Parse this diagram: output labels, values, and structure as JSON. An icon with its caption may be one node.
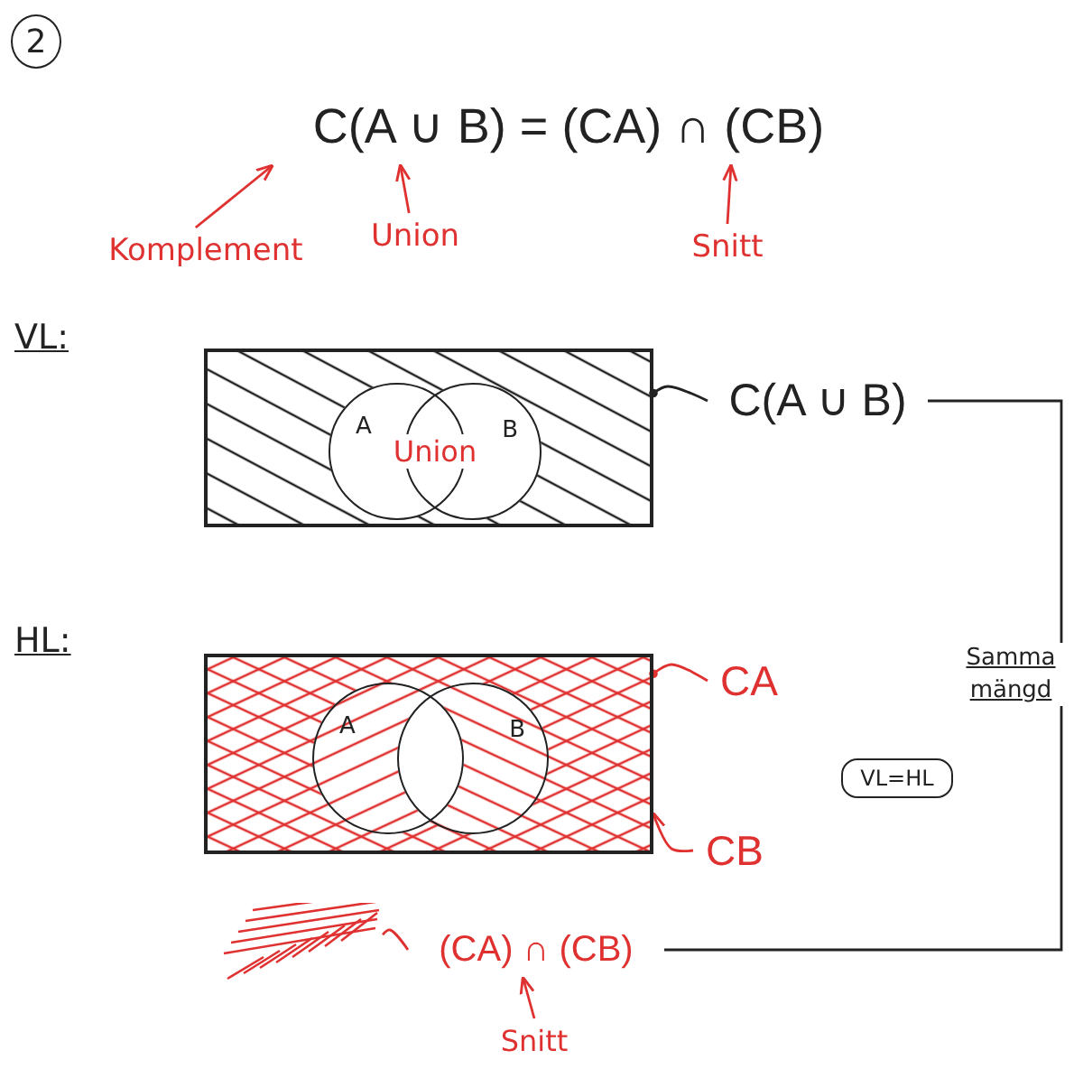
{
  "diagram": {
    "nodes": [
      {
        "text": [
          "2"
        ]
      },
      {
        "text": [
          "C(A ∪ B) = (CA) ∩ (CB)"
        ]
      },
      {
        "text": [
          "Komplement"
        ]
      },
      {
        "text": [
          "Union"
        ]
      },
      {
        "text": [
          "Snitt"
        ]
      },
      {
        "text": [],
        "shape": "box"
      },
      {
        "text": [
          "A"
        ],
        "in": 5
      },
      {
        "text": [
          "B"
        ],
        "in": 5
      },
      {
        "text": [
          "C(A ∪ B)"
        ]
      },
      {
        "text": [],
        "shape": "box"
      },
      {
        "text": [
          "A"
        ],
        "in": 9
      },
      {
        "text": [
          "B"
        ],
        "in": 9
      },
      {
        "text": [
          "CA"
        ]
      },
      {
        "text": [
          "VL=HL"
        ]
      },
      {
        "text": [
          "CB"
        ]
      },
      {
        "text": [],
        "shape": "picture"
      },
      {
        "text": [
          "(CA) ∩ (CB)"
        ]
      },
      {
        "text": [
          "Snitt"
        ]
      }
    ],
    "edges": [
      {
        "from": 2,
        "to": 1,
        "arrow": "to"
      },
      {
        "from": 3,
        "to": 1,
        "arrow": "to"
      },
      {
        "from": 4,
        "to": 1,
        "arrow": "to"
      },
      {
        "from": 8,
        "to": 5,
        "arrow": "other",
        "color": "#222222"
      },
      {
        "from": 12,
        "to": 9,
        "arrow": "other"
      },
      {
        "from": 14,
        "to": 9,
        "arrow": "to"
      },
      {
        "from": 16,
        "to": 15,
        "arrow": "none"
      },
      {
        "from": 17,
        "to": 16,
        "arrow": "to"
      },
      {
        "from": 8,
        "to": 16,
        "arrow": "none",
        "label": "Samma mängd",
        "color": "#222222"
      }
    ],
    "labels": [
      "VL:",
      "Union",
      "HL:"
    ]
  }
}
